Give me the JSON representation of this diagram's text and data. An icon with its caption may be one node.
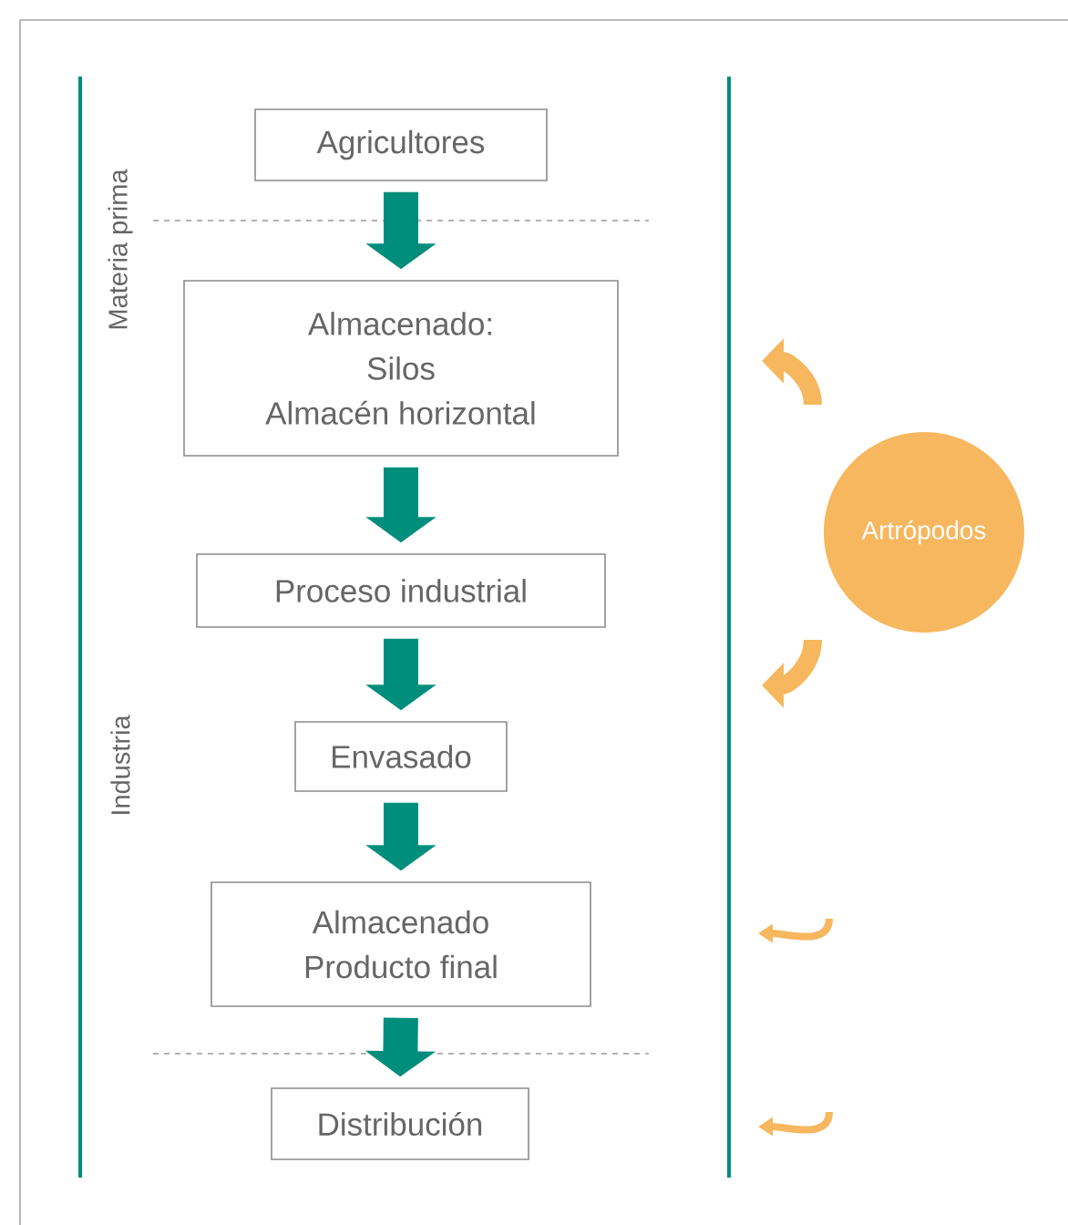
{
  "diagram": {
    "nodes": [
      {
        "text": [
          "Agricultores"
        ]
      },
      {
        "text": [
          "Almacenado:",
          "Silos",
          "Almacén horizontal"
        ]
      },
      {
        "text": [
          "Proceso industrial"
        ]
      },
      {
        "text": [
          "Envasado"
        ]
      },
      {
        "text": [
          "Almacenado",
          "Producto final"
        ]
      },
      {
        "text": [
          "Distribución"
        ]
      },
      {
        "text": [
          "Artrópodos"
        ]
      }
    ],
    "edges": [
      {
        "from": 0,
        "to": 1,
        "arrow": "to"
      },
      {
        "from": 1,
        "to": 2,
        "arrow": "to"
      },
      {
        "from": 2,
        "to": 3,
        "arrow": "to"
      },
      {
        "from": 3,
        "to": 4,
        "arrow": "to"
      },
      {
        "from": 4,
        "to": 5,
        "arrow": "to"
      }
    ],
    "labels": [
      "Materia prima",
      "Industria"
    ]
  }
}
